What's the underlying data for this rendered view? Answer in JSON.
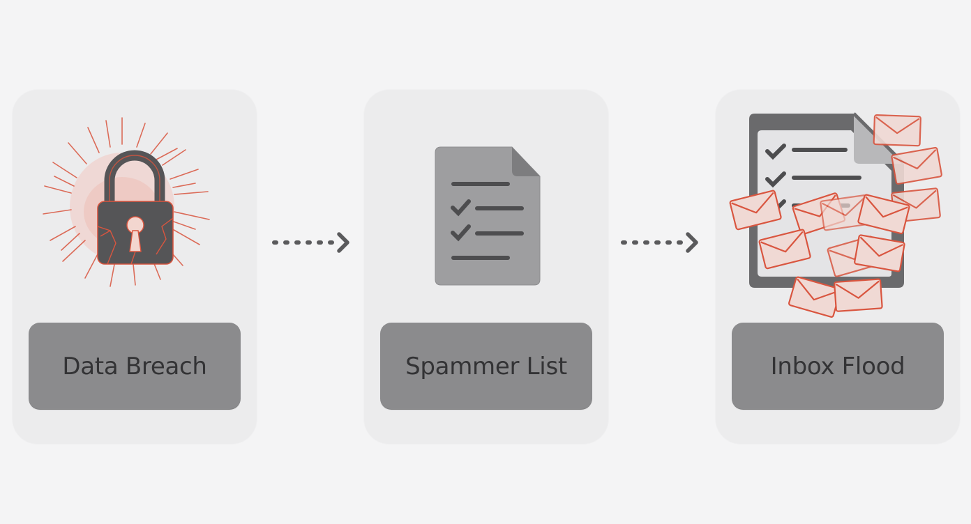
{
  "steps": [
    {
      "label": "Data Breach",
      "icon": "broken-padlock-icon"
    },
    {
      "label": "Spammer List",
      "icon": "checklist-document-icon"
    },
    {
      "label": "Inbox Flood",
      "icon": "document-with-envelopes-icon"
    }
  ],
  "connectors": [
    {
      "icon": "dotted-arrow-right-icon"
    },
    {
      "icon": "dotted-arrow-right-icon"
    }
  ],
  "colors": {
    "background": "#f4f4f5",
    "card": "#ececed",
    "label_box": "#8b8b8d",
    "label_text": "#333335",
    "icon_dark": "#555557",
    "icon_gray": "#9e9ea0",
    "accent_red": "#d9553f"
  }
}
